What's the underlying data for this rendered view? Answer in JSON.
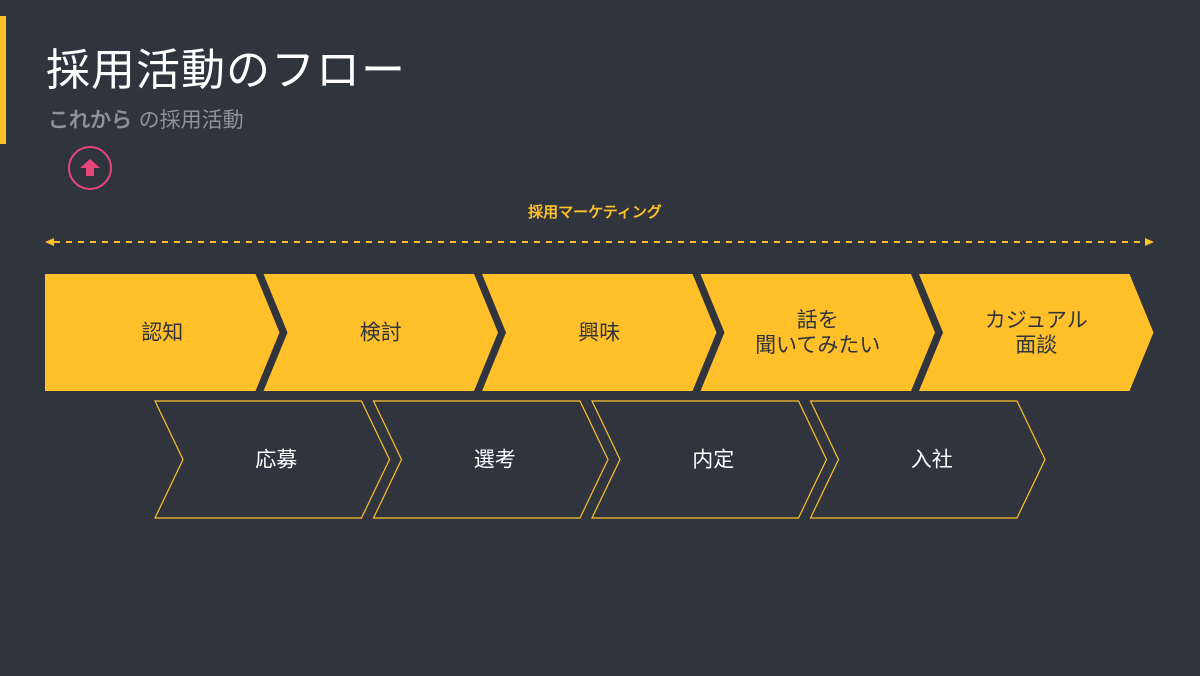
{
  "slide": {
    "title": "採用活動のフロー",
    "subtitle_strong": "これから",
    "subtitle_rest": " の採用活動"
  },
  "nav": {
    "up_icon": "up-arrow-icon",
    "accent_color": "#e8457a"
  },
  "marketing": {
    "label": "採用マーケティング"
  },
  "flow": {
    "upper_steps": [
      {
        "label": "認知"
      },
      {
        "label": "検討"
      },
      {
        "label": "興味"
      },
      {
        "label": "話を\n聞いてみたい"
      },
      {
        "label": "カジュアル\n面談"
      }
    ],
    "lower_steps": [
      {
        "label": "応募"
      },
      {
        "label": "選考"
      },
      {
        "label": "内定"
      },
      {
        "label": "入社"
      }
    ]
  },
  "colors": {
    "background": "#30343c",
    "accent": "#ffc02a",
    "outline": "#ffc02a"
  }
}
